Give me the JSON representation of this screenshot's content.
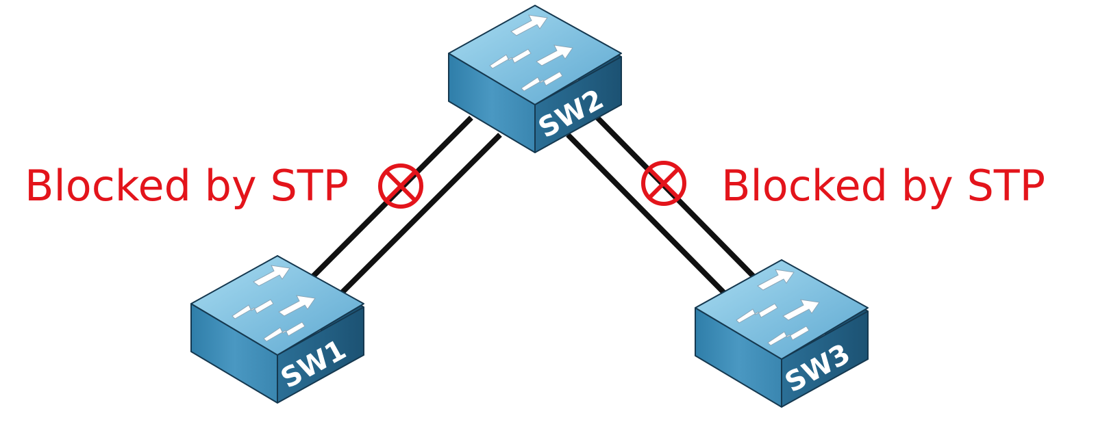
{
  "diagram": {
    "switches": [
      {
        "id": "sw2",
        "name": "SW2"
      },
      {
        "id": "sw1",
        "name": "SW1"
      },
      {
        "id": "sw3",
        "name": "SW3"
      }
    ],
    "links": [
      {
        "from": "SW2",
        "to": "SW1",
        "count": 2,
        "blocked": 1
      },
      {
        "from": "SW2",
        "to": "SW3",
        "count": 2,
        "blocked": 1
      }
    ],
    "annotations": {
      "left_label": "Blocked by STP",
      "right_label": "Blocked by STP"
    },
    "colors": {
      "label": "#e3141b",
      "block_symbol": "#e3141b",
      "cable": "#111111",
      "switch_top": "#7fbfdf",
      "switch_front": "#3f8db7",
      "switch_side": "#1f5a7d",
      "outline": "#15384f"
    },
    "icons": {
      "block": "blocked-port-icon",
      "arrows": "switch-arrows-icon"
    }
  }
}
